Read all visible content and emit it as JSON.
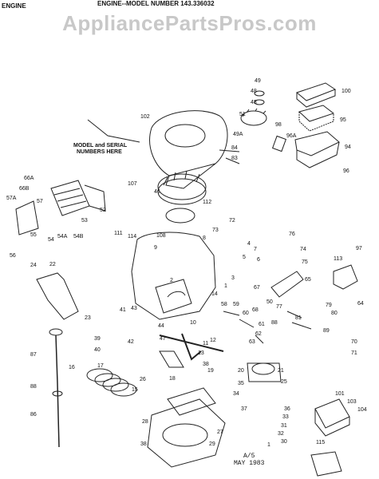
{
  "header": {
    "section": "ENGINE",
    "title": "ENGINE--MODEL NUMBER 143.336032"
  },
  "watermark": "AppliancePartsPros.com",
  "callout": "MODEL and SERIAL NUMBERS HERE",
  "footer": {
    "line1": "A/5",
    "line2": "MAY 1983"
  },
  "part_labels": [
    "48",
    "49",
    "100",
    "102",
    "51",
    "98",
    "95",
    "96A",
    "94",
    "84",
    "96",
    "83",
    "49A",
    "107",
    "46",
    "66A",
    "66B",
    "57A",
    "57",
    "52",
    "112",
    "53",
    "54A",
    "54B",
    "54",
    "55",
    "56",
    "72",
    "73",
    "108",
    "111",
    "114",
    "9",
    "3",
    "1",
    "4",
    "5",
    "6",
    "7",
    "76",
    "74",
    "97",
    "113",
    "75",
    "65",
    "64",
    "24",
    "22",
    "23",
    "2",
    "14",
    "58",
    "59",
    "60",
    "68",
    "62",
    "63",
    "61",
    "67",
    "50",
    "77",
    "79",
    "80",
    "81",
    "88",
    "41",
    "43",
    "44",
    "42",
    "39",
    "40",
    "47",
    "10",
    "12",
    "13",
    "11",
    "38",
    "70",
    "71",
    "87",
    "16",
    "17",
    "15",
    "18",
    "19",
    "20",
    "21",
    "25",
    "35",
    "34",
    "89",
    "86",
    "26",
    "36",
    "37",
    "33",
    "101",
    "103",
    "104",
    "28",
    "27",
    "31",
    "32",
    "30",
    "29",
    "115",
    "1",
    "8"
  ]
}
